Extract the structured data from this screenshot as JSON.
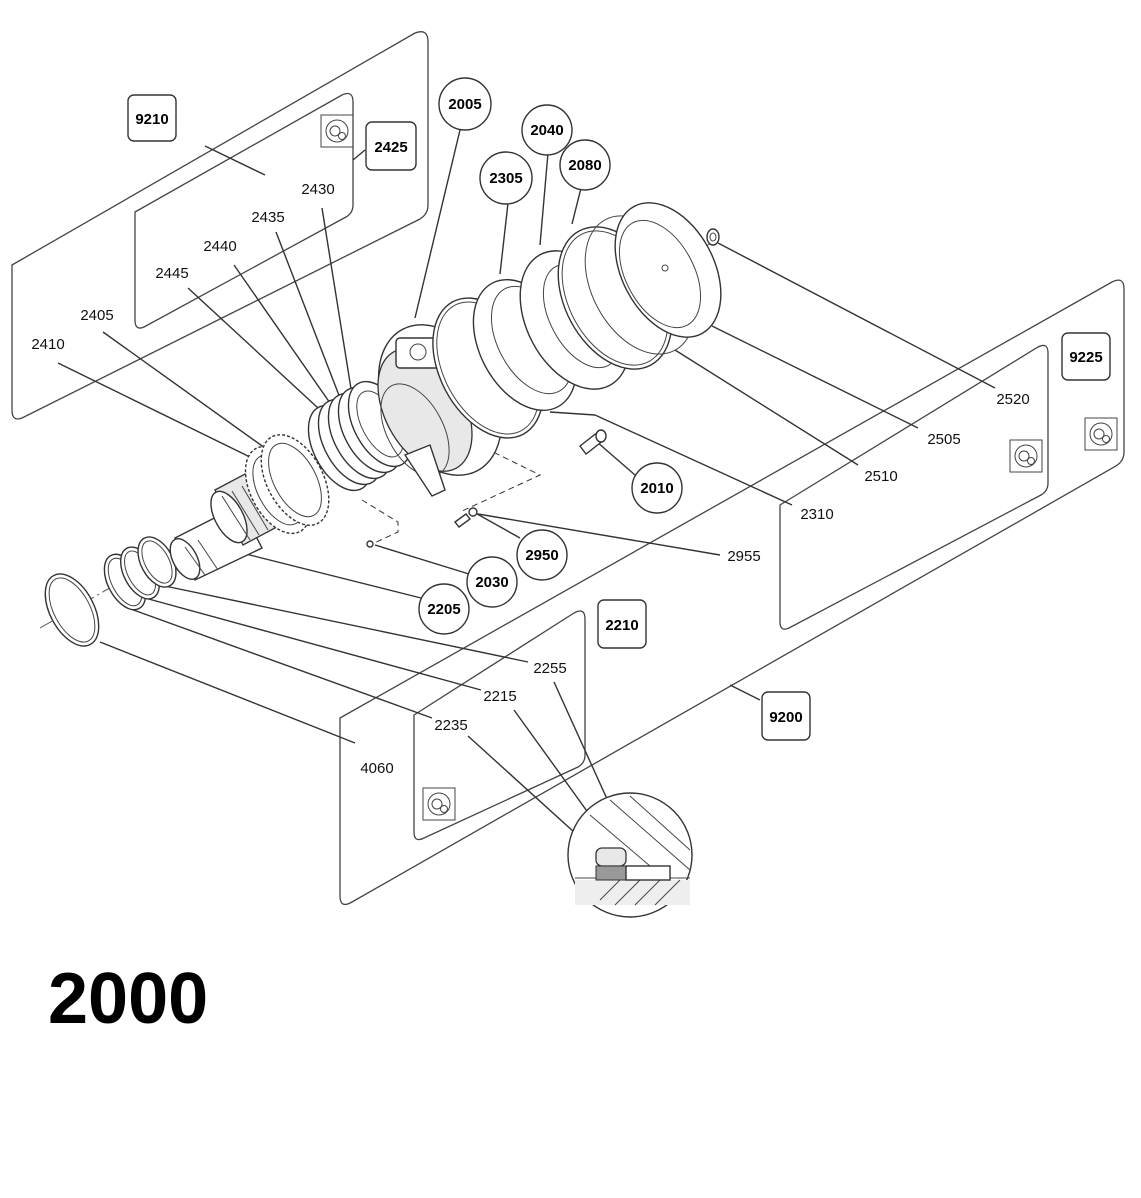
{
  "group_number": "2000",
  "callouts": {
    "c2005": "2005",
    "c2040": "2040",
    "c2080": "2080",
    "c2305": "2305",
    "c2010": "2010",
    "c2950": "2950",
    "c2030": "2030",
    "c2205": "2205"
  },
  "boxed_labels": {
    "b9210": "9210",
    "b2425": "2425",
    "b9225": "9225",
    "b2210": "2210",
    "b9200": "9200"
  },
  "labels": {
    "l2430": "2430",
    "l2435": "2435",
    "l2440": "2440",
    "l2445": "2445",
    "l2405": "2405",
    "l2410": "2410",
    "l2520": "2520",
    "l2505": "2505",
    "l2510": "2510",
    "l2310": "2310",
    "l2955": "2955",
    "l2255": "2255",
    "l2215": "2215",
    "l2235": "2235",
    "l4060": "4060"
  }
}
